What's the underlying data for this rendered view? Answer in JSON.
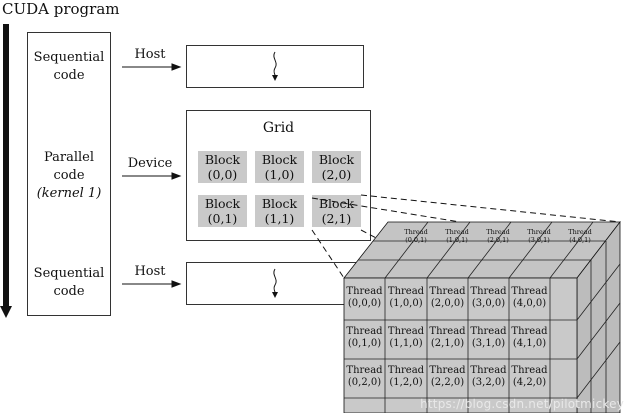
{
  "title": "CUDA program",
  "program": {
    "top_seq": [
      "Sequential",
      "code"
    ],
    "parallel": [
      "Parallel",
      "code",
      "(kernel 1)"
    ],
    "bottom_seq": [
      "Sequential",
      "code"
    ]
  },
  "arrows": {
    "host_top": "Host",
    "device": "Device",
    "host_bottom": "Host"
  },
  "grid": {
    "title": "Grid",
    "blocks": [
      {
        "name": "Block",
        "idx": "(0,0)"
      },
      {
        "name": "Block",
        "idx": "(1,0)"
      },
      {
        "name": "Block",
        "idx": "(2,0)"
      },
      {
        "name": "Block",
        "idx": "(0,1)"
      },
      {
        "name": "Block",
        "idx": "(1,1)"
      },
      {
        "name": "Block",
        "idx": "(2,1)"
      }
    ]
  },
  "cube": {
    "top_threads": [
      {
        "name": "Thread",
        "idx": "(0,0,1)"
      },
      {
        "name": "Thread",
        "idx": "(1,0,1)"
      },
      {
        "name": "Thread",
        "idx": "(2,0,1)"
      },
      {
        "name": "Thread",
        "idx": "(3,0,1)"
      },
      {
        "name": "Thread",
        "idx": "(4,0,1)"
      }
    ],
    "front_threads": [
      [
        {
          "name": "Thread",
          "idx": "(0,0,0)"
        },
        {
          "name": "Thread",
          "idx": "(1,0,0)"
        },
        {
          "name": "Thread",
          "idx": "(2,0,0)"
        },
        {
          "name": "Thread",
          "idx": "(3,0,0)"
        },
        {
          "name": "Thread",
          "idx": "(4,0,0)"
        }
      ],
      [
        {
          "name": "Thread",
          "idx": "(0,1,0)"
        },
        {
          "name": "Thread",
          "idx": "(1,1,0)"
        },
        {
          "name": "Thread",
          "idx": "(2,1,0)"
        },
        {
          "name": "Thread",
          "idx": "(3,1,0)"
        },
        {
          "name": "Thread",
          "idx": "(4,1,0)"
        }
      ],
      [
        {
          "name": "Thread",
          "idx": "(0,2,0)"
        },
        {
          "name": "Thread",
          "idx": "(1,2,0)"
        },
        {
          "name": "Thread",
          "idx": "(2,2,0)"
        },
        {
          "name": "Thread",
          "idx": "(3,2,0)"
        },
        {
          "name": "Thread",
          "idx": "(4,2,0)"
        }
      ]
    ]
  },
  "watermark": "https://blog.csdn.net/pilotmickey"
}
